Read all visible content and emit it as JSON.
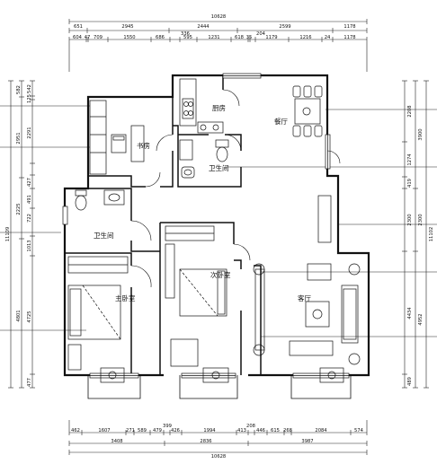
{
  "plan": {
    "rooms": {
      "kitchen": "厨房",
      "dining": "餐厅",
      "study": "书房",
      "bath_center": "卫生间",
      "bath_west": "卫生间",
      "master_bedroom": "主卧室",
      "second_bedroom": "次卧室",
      "living_room": "客厅"
    },
    "dims": {
      "top_total": "10628",
      "top_l2": [
        "2945",
        "2444",
        "2599"
      ],
      "top_l2_outer": [
        "651",
        "1178"
      ],
      "top_l3": [
        "604",
        "47",
        "709",
        "1550",
        "686",
        "336",
        "595",
        "1231",
        "618",
        "35",
        "204",
        "1179",
        "1216",
        "24",
        "1178"
      ],
      "bottom_l1": [
        "462",
        "1607",
        "271",
        "589",
        "479",
        "399",
        "426",
        "1994",
        "413",
        "208",
        "446",
        "615",
        "268",
        "2084",
        "574"
      ],
      "bottom_l2": [
        "3408",
        "2836",
        "3987"
      ],
      "bottom_total": "10628",
      "left_total": "11109",
      "left_outer": [
        "582",
        "2951",
        "2225",
        "4801"
      ],
      "left_inner": [
        "542",
        "125",
        "2291",
        "427",
        "491",
        "722",
        "1013",
        "4725",
        "477"
      ],
      "right_total": "11102",
      "right_outer": [
        "3900",
        "2300",
        "4952"
      ],
      "right_inner": [
        "2208",
        "1274",
        "419",
        "2300",
        "4434",
        "489"
      ]
    },
    "colors": {
      "wall": "#111111",
      "dim_line": "#222222",
      "bg": "#ffffff"
    }
  }
}
